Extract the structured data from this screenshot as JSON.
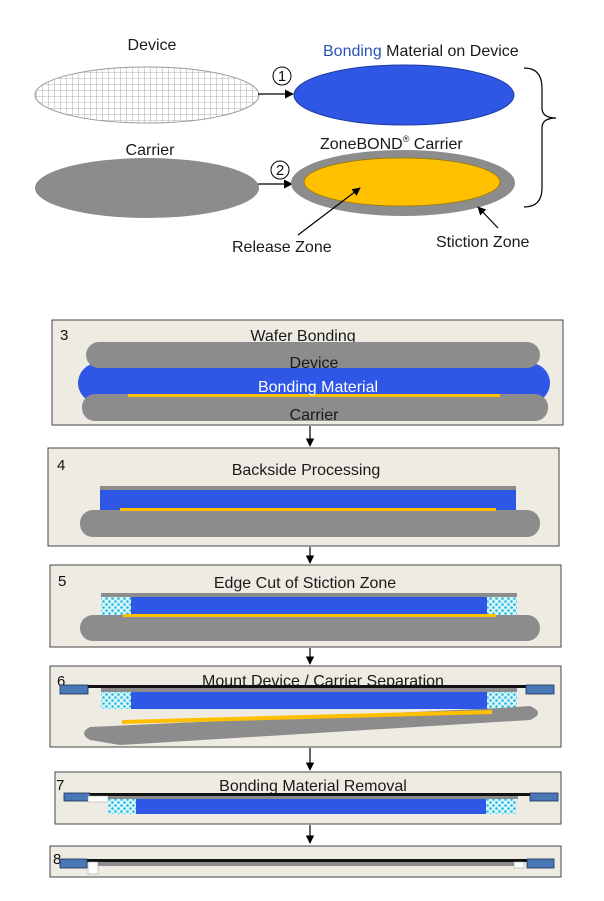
{
  "top": {
    "device_label": "Device",
    "bonding_word": "Bonding",
    "bonding_rest": " Material on Device",
    "carrier_label": "Carrier",
    "zonebond_prefix": "ZoneBOND",
    "zonebond_mark": "®",
    "zonebond_suffix": " Carrier",
    "release_zone": "Release Zone",
    "stiction_zone": "Stiction Zone",
    "step1": "1",
    "step2": "2"
  },
  "steps": [
    {
      "num": "3",
      "title": "Wafer Bonding",
      "device": "Device",
      "bonding": "Bonding Material",
      "carrier": "Carrier"
    },
    {
      "num": "4",
      "title": "Backside Processing"
    },
    {
      "num": "5",
      "title": "Edge Cut of Stiction Zone"
    },
    {
      "num": "6",
      "title": "Mount Device / Carrier Separation"
    },
    {
      "num": "7",
      "title": "Bonding Material Removal"
    },
    {
      "num": "8"
    }
  ],
  "colors": {
    "gray": "#8c8c8c",
    "blue": "#2f57e6",
    "yellow": "#ffc000",
    "panel_bg": "#eeebe3",
    "tape": "#4a77b5",
    "cyan": "#33c4e0"
  }
}
